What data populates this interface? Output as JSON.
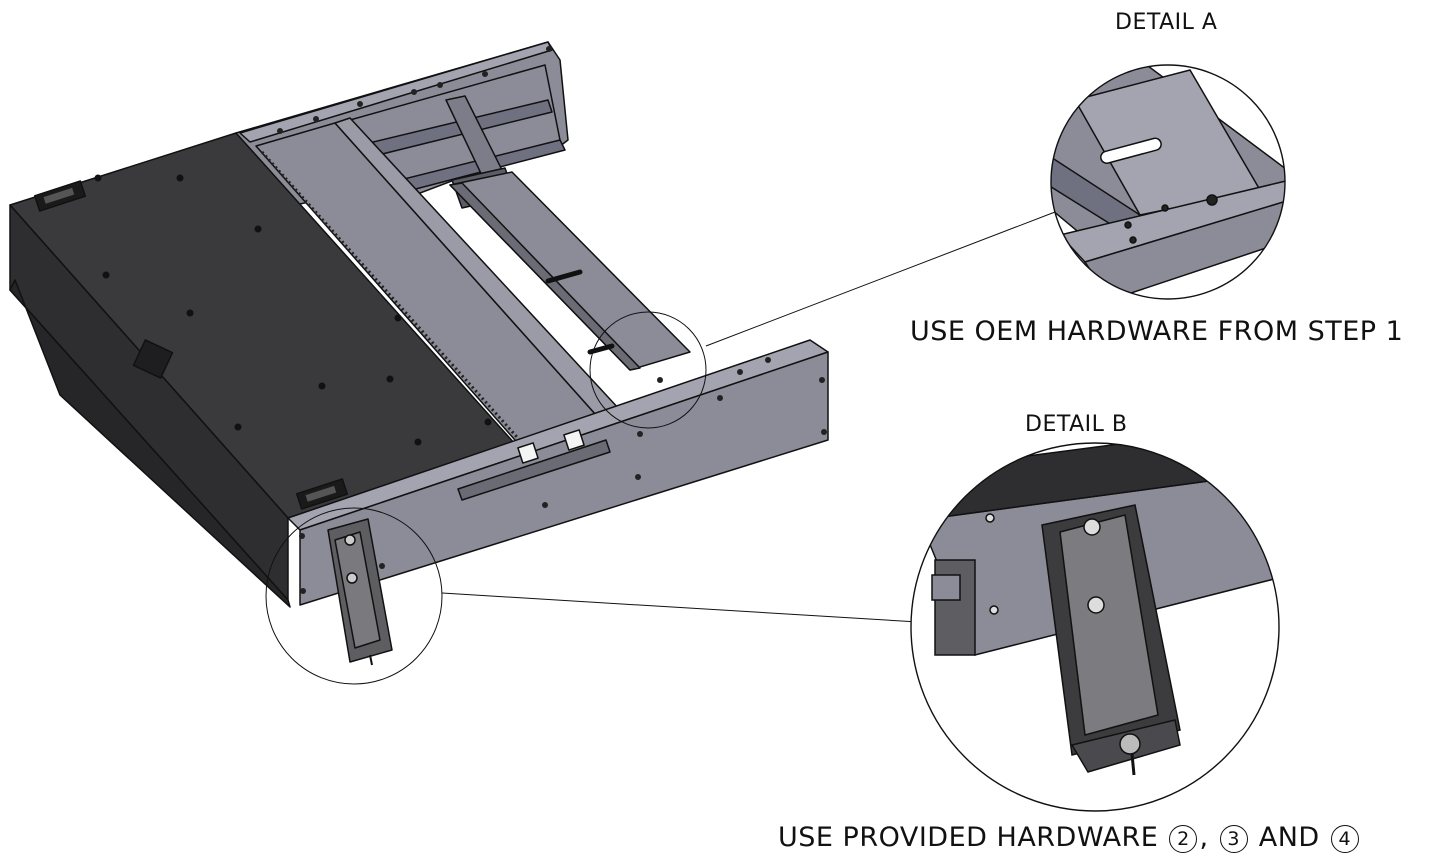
{
  "detail_a": {
    "title": "DETAIL A",
    "note": "USE OEM HARDWARE FROM STEP 1"
  },
  "detail_b": {
    "title": "DETAIL B",
    "note_prefix": "USE PROVIDED HARDWARE",
    "callouts": [
      "2",
      "3",
      "4"
    ],
    "sep1": ",",
    "sep2": "AND"
  },
  "colors": {
    "dark_panel": "#3c3c3e",
    "steel": "#8b8c98",
    "steel_light": "#a3a4b0",
    "outline": "#111111",
    "bracket": "#6f6f72"
  },
  "icons": [
    "detail-a-callout-circle",
    "detail-b-callout-circle",
    "leader-line"
  ]
}
